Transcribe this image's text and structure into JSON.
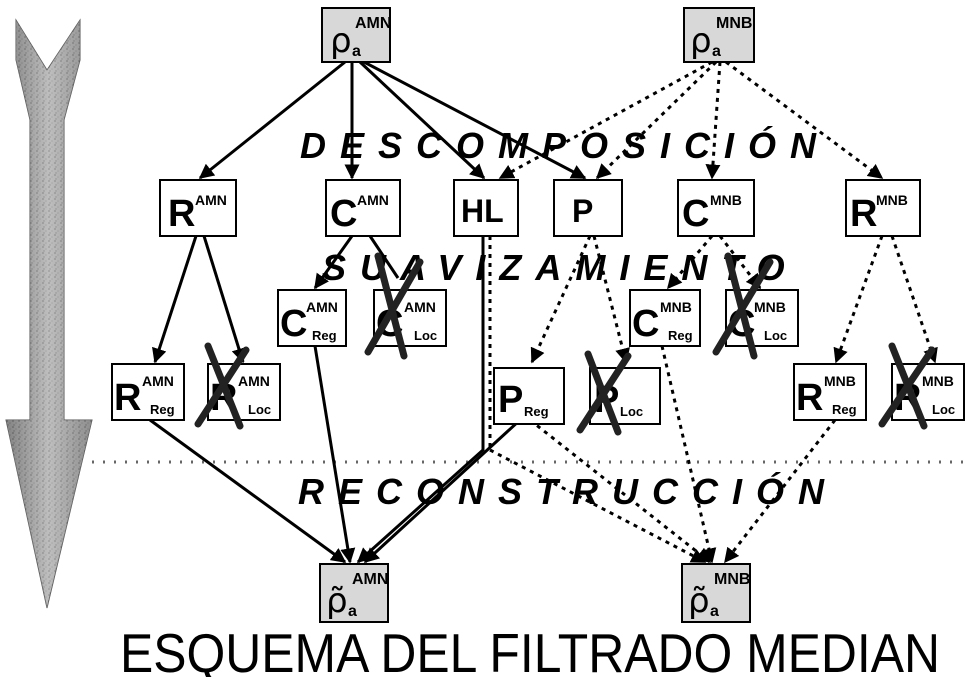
{
  "title": "ESQUEMA DEL FILTRADO MEDIAN",
  "stages": {
    "decomposition": "DESCOMPOSICIÓN",
    "smoothing": "SUAVIZAMIENTO",
    "reconstruction": "RECONSTRUCCIÓN"
  },
  "colors": {
    "box_fill": "#ffffff",
    "texture_fill": "#d8d8d8",
    "line": "#000000",
    "arrow_gray": "#8a8a8a"
  },
  "nodes": {
    "rho_amn": {
      "main": "ρ",
      "sub": "a",
      "sup": "AMN"
    },
    "rho_mnb": {
      "main": "ρ",
      "sub": "a",
      "sup": "MNB"
    },
    "r_amn": {
      "main": "R",
      "sup": "AMN"
    },
    "c_amn": {
      "main": "C",
      "sup": "AMN"
    },
    "hl": {
      "main": "HL"
    },
    "p": {
      "main": "P"
    },
    "c_mnb": {
      "main": "C",
      "sup": "MNB"
    },
    "r_mnb": {
      "main": "R",
      "sup": "MNB"
    },
    "c_amn_reg": {
      "main": "C",
      "sup": "AMN",
      "sub": "Reg"
    },
    "c_amn_loc": {
      "main": "C",
      "sup": "AMN",
      "sub": "Loc"
    },
    "c_mnb_reg": {
      "main": "C",
      "sup": "MNB",
      "sub": "Reg"
    },
    "c_mnb_loc": {
      "main": "C",
      "sup": "MNB",
      "sub": "Loc"
    },
    "r_amn_reg": {
      "main": "R",
      "sup": "AMN",
      "sub": "Reg"
    },
    "r_amn_loc": {
      "main": "R",
      "sup": "AMN",
      "sub": "Loc"
    },
    "p_reg": {
      "main": "P",
      "sub": "Reg"
    },
    "p_loc": {
      "main": "P",
      "sub": "Loc"
    },
    "r_mnb_reg": {
      "main": "R",
      "sup": "MNB",
      "sub": "Reg"
    },
    "r_mnb_loc": {
      "main": "R",
      "sup": "MNB",
      "sub": "Loc"
    },
    "rho_tilde_amn": {
      "main": "ρ̃",
      "sub": "a",
      "sup": "AMN"
    },
    "rho_tilde_mnb": {
      "main": "ρ̃",
      "sub": "a",
      "sup": "MNB"
    }
  }
}
